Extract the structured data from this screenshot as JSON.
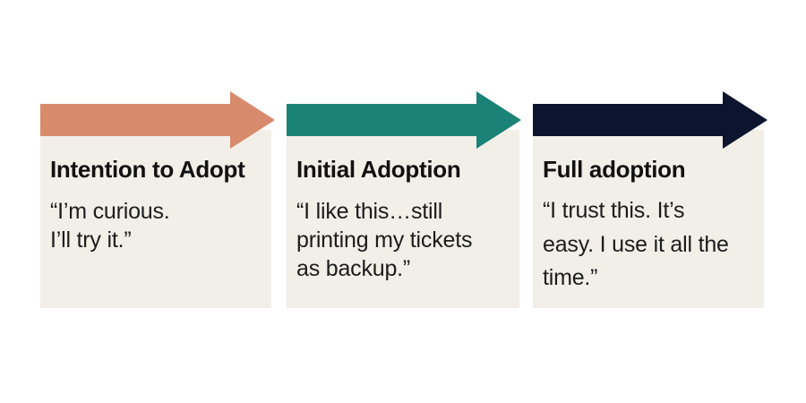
{
  "colors": {
    "page_bg": "#FFFFFF",
    "panel_bg": "#F2EFE9",
    "title_text": "#111111",
    "quote_text": "#1C1C1C"
  },
  "stages": [
    {
      "id": "intention-to-adopt",
      "arrow_icon": "right-arrow-icon",
      "arrow_color": "#D78A6C",
      "title": "Intention to Adopt",
      "quote_lines": [
        "“I’m curious.",
        "I’ll try it.”"
      ]
    },
    {
      "id": "initial-adoption",
      "arrow_icon": "right-arrow-icon",
      "arrow_color": "#1A8276",
      "title": "Initial Adoption",
      "quote_lines": [
        "“I like this…still",
        "printing my tickets",
        "as backup.”"
      ]
    },
    {
      "id": "full-adoption",
      "arrow_icon": "right-arrow-icon",
      "arrow_color": "#0D142E",
      "title": "Full adoption",
      "quote_lines": [
        "“I trust this. It’s",
        "easy. I use it all the",
        "time.”"
      ]
    }
  ]
}
